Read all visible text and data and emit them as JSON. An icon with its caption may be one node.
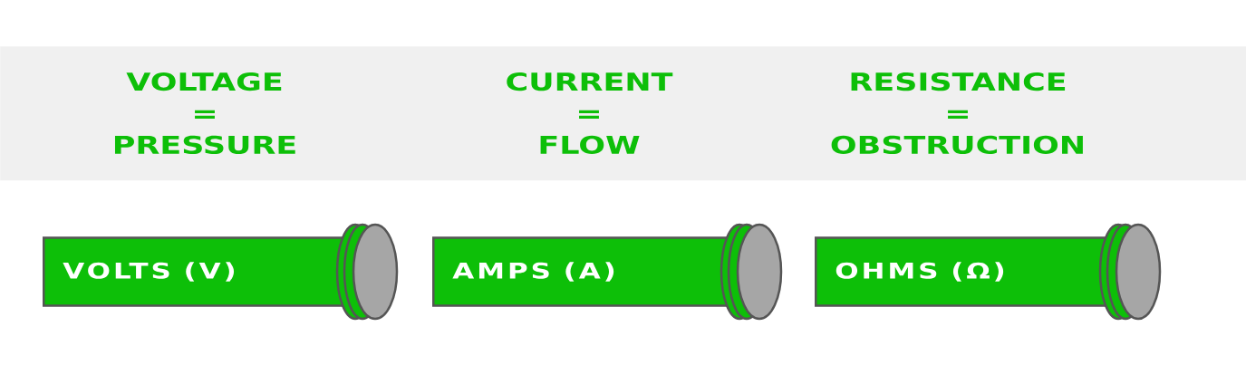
{
  "diagram": {
    "nodes": [
      {
        "text": [
          "VOLTAGE = PRESSURE",
          "CURRENT = FLOW",
          "RESISTANCE = OBSTRUCTION"
        ]
      },
      {
        "text": [
          "VOLTS (V)"
        ]
      },
      {
        "text": [
          "AMPS (A)"
        ]
      },
      {
        "text": [
          "OHMS (Ω)"
        ]
      }
    ]
  }
}
